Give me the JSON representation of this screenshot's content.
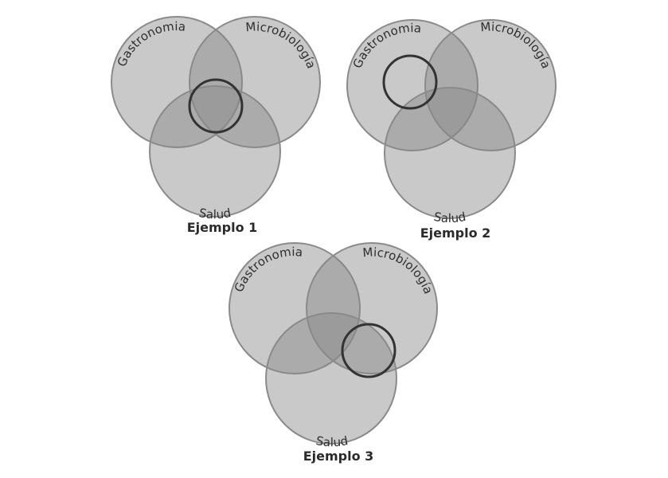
{
  "diagrams": [
    {
      "caption": "Ejemplo 1",
      "sets": [
        {
          "label": "Gastronomia"
        },
        {
          "label": "Microbiología"
        },
        {
          "label": "Salud"
        }
      ]
    },
    {
      "caption": "Ejemplo 2",
      "sets": [
        {
          "label": "Gastronomia"
        },
        {
          "label": "Microbiología"
        },
        {
          "label": "Salud"
        }
      ]
    },
    {
      "caption": "Ejemplo 3",
      "sets": [
        {
          "label": "Gastronomia"
        },
        {
          "label": "Microbiología"
        },
        {
          "label": "Salud"
        }
      ]
    }
  ]
}
